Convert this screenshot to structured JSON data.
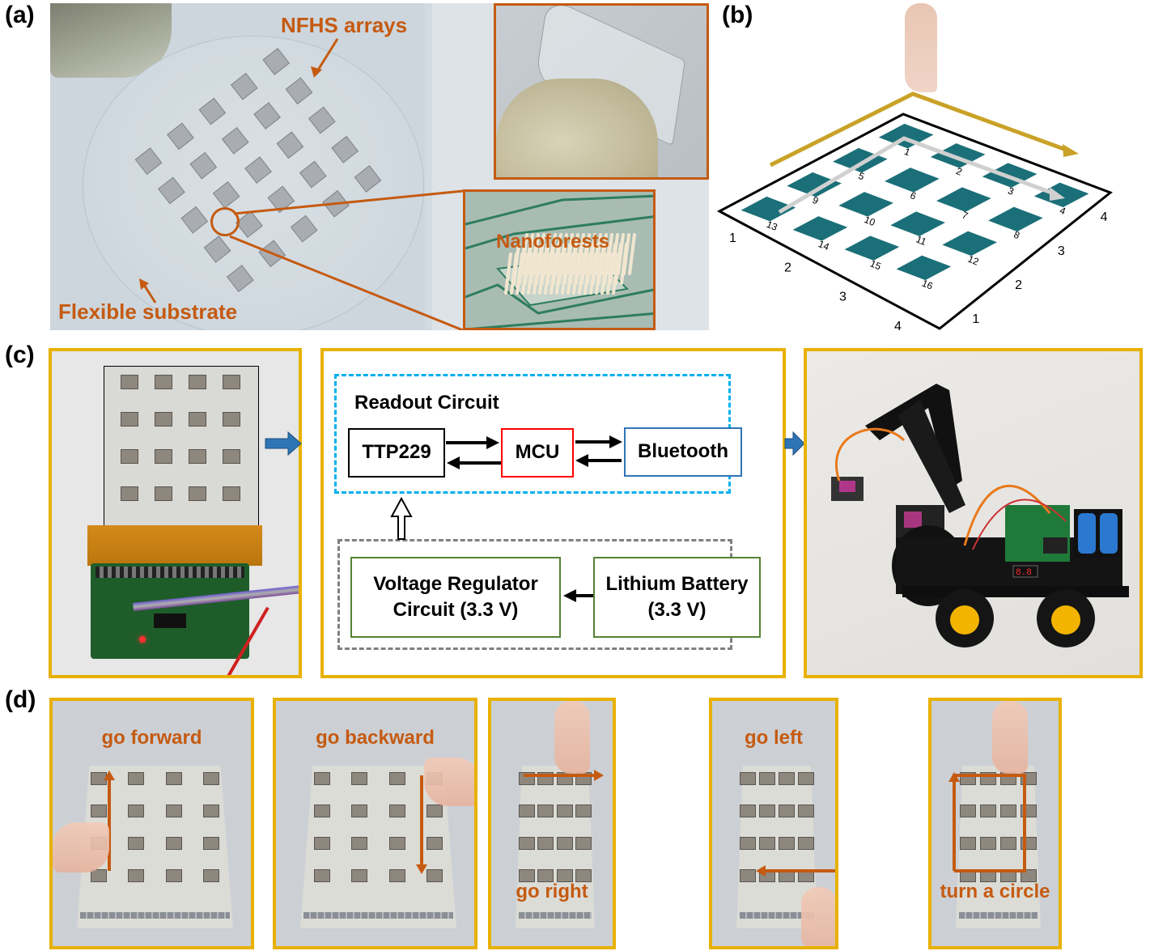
{
  "panels": {
    "a": {
      "label": "(a)",
      "annotations": {
        "nfhs_arrays": "NFHS arrays",
        "flexible_substrate": "Flexible substrate",
        "nanoforests": "Nanoforests"
      }
    },
    "b": {
      "label": "(b)",
      "grid_pad_numbers": [
        "1",
        "2",
        "3",
        "4",
        "5",
        "6",
        "7",
        "8",
        "9",
        "10",
        "11",
        "12",
        "13",
        "14",
        "15",
        "16"
      ],
      "axis_left_ticks": [
        "1",
        "2",
        "3",
        "4"
      ],
      "axis_right_ticks": [
        "1",
        "2",
        "3",
        "4"
      ],
      "colors": {
        "pad": "#1b6f78",
        "gesture_arrow": "#c9a227",
        "path_arrow": "#d0d0d0"
      }
    },
    "c": {
      "label": "(c)",
      "readout_title": "Readout Circuit",
      "blocks": {
        "ttp229": "TTP229",
        "mcu": "MCU",
        "bluetooth": "Bluetooth",
        "voltage_regulator": "Voltage Regulator Circuit (3.3 V)",
        "lithium_battery": "Lithium Battery (3.3 V)"
      },
      "colors": {
        "frame": "#e8b100",
        "readout_dash": "#00b0f0",
        "power_dash": "#808080",
        "mcu_border": "#ff0000",
        "bluetooth_border": "#2e75b6",
        "power_block_border": "#548235",
        "flow_arrow": "#2e75b6"
      }
    },
    "d": {
      "label": "(d)",
      "gestures": [
        {
          "label": "go forward"
        },
        {
          "label": "go backward"
        },
        {
          "label": "go right"
        },
        {
          "label": "go left"
        },
        {
          "label": "turn a circle"
        }
      ]
    }
  }
}
